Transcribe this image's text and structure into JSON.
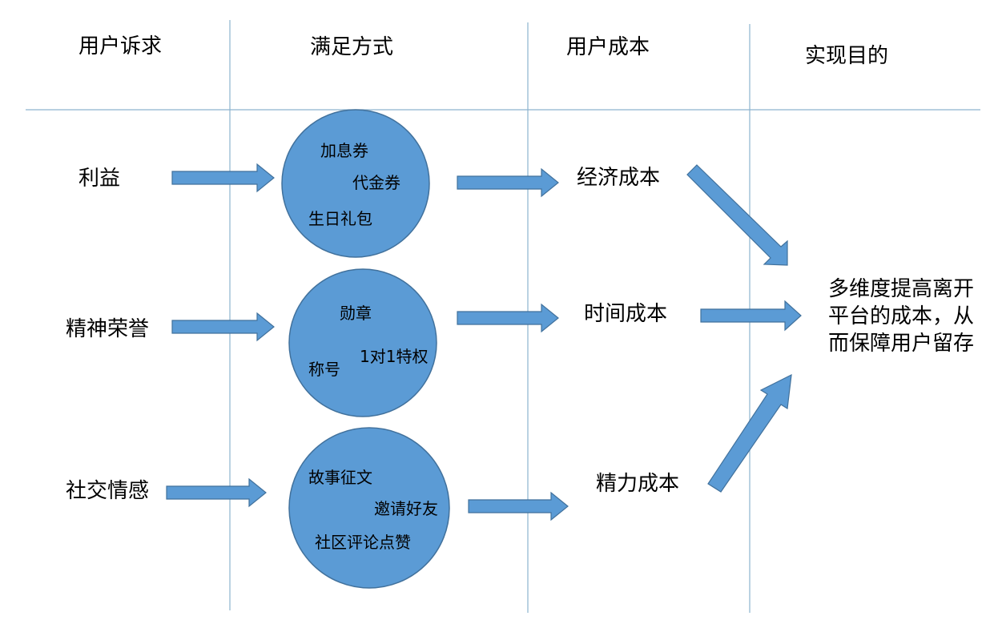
{
  "headers": [
    "用户诉求",
    "满足方式",
    "用户成本",
    "实现目的"
  ],
  "needs": [
    "利益",
    "精神荣誉",
    "社交情感"
  ],
  "methods": [
    [
      "加息券",
      "代金券",
      "生日礼包"
    ],
    [
      "勋章",
      "1对1特权",
      "称号"
    ],
    [
      "故事征文",
      "邀请好友",
      "社区评论点赞"
    ]
  ],
  "costs": [
    "经济成本",
    "时间成本",
    "精力成本"
  ],
  "goal": "多维度提高离开平台的成本，从而保障用户留存",
  "colors": {
    "shape_fill": "#5b9bd5",
    "shape_stroke": "#41719c",
    "grid_line": "#8db3cf"
  }
}
